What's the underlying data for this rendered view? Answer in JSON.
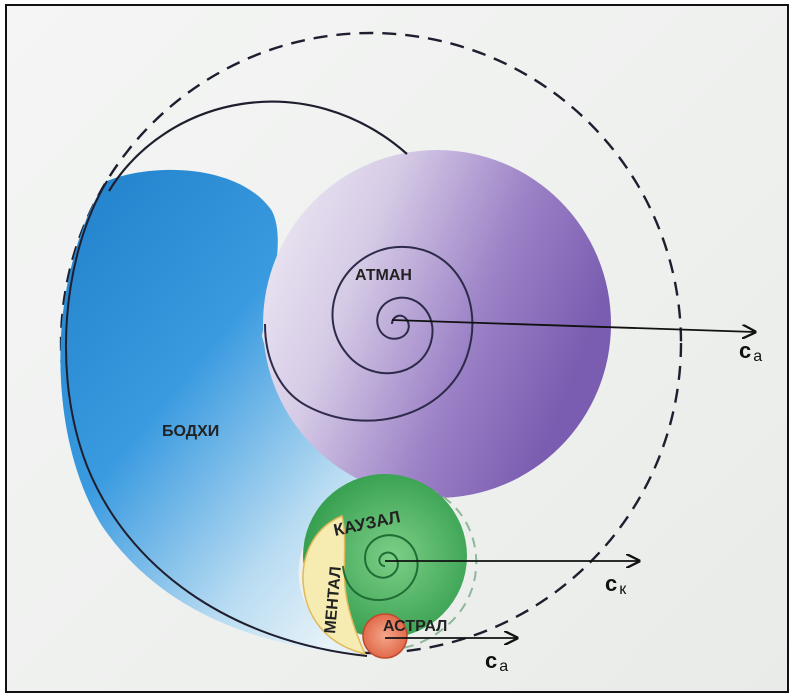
{
  "labels": {
    "atman": "АТМАН",
    "bodhi": "БОДХИ",
    "kauzal": "КАУЗАЛ",
    "mental": "МЕНТАЛ",
    "astral": "АСТРАЛ"
  },
  "arrows": {
    "atman_c": "c",
    "atman_sub": "a",
    "kauzal_c": "c",
    "kauzal_sub": "к",
    "astral_c": "c",
    "astral_sub": "a"
  },
  "colors": {
    "atman": "#7f62b3",
    "bodhi": "#2a8fd2",
    "kauzal": "#3aa352",
    "mental": "#f2e6a0",
    "astral": "#e06a4a",
    "outline": "#1e1e2e"
  }
}
